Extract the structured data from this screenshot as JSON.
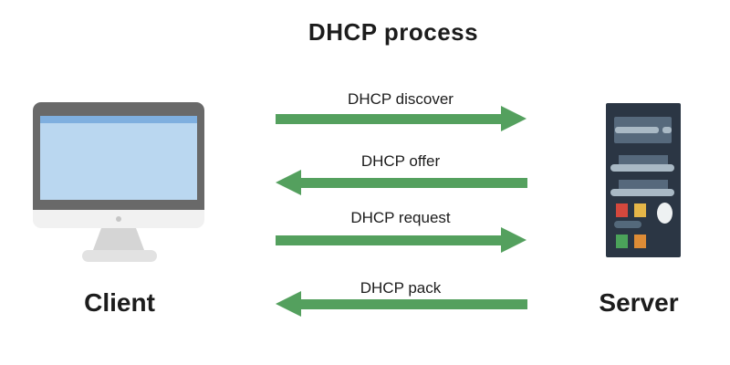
{
  "title": "DHCP process",
  "nodes": {
    "client": {
      "label": "Client",
      "icon": "desktop-computer-icon"
    },
    "server": {
      "label": "Server",
      "icon": "server-tower-icon"
    }
  },
  "messages": [
    {
      "label": "DHCP discover",
      "direction": "right"
    },
    {
      "label": "DHCP offer",
      "direction": "left"
    },
    {
      "label": "DHCP request",
      "direction": "right"
    },
    {
      "label": "DHCP pack",
      "direction": "left"
    }
  ],
  "colors": {
    "text": "#1c1c1c",
    "arrow_green": "#54a05e",
    "monitor_frame": "#696969",
    "monitor_screen": "#bad7f0",
    "monitor_screen_strip": "#7fafdf",
    "monitor_chin": "#f1f1f1",
    "monitor_stand": "#d5d5d5",
    "server_body": "#2b3644",
    "server_panel": "#56697c",
    "server_bar": "#a9b9c5",
    "led_red": "#d4483d",
    "led_yellow": "#e5b648",
    "led_green": "#4ba35a",
    "led_orange": "#de8c36",
    "power_oval": "#eef1f2"
  }
}
